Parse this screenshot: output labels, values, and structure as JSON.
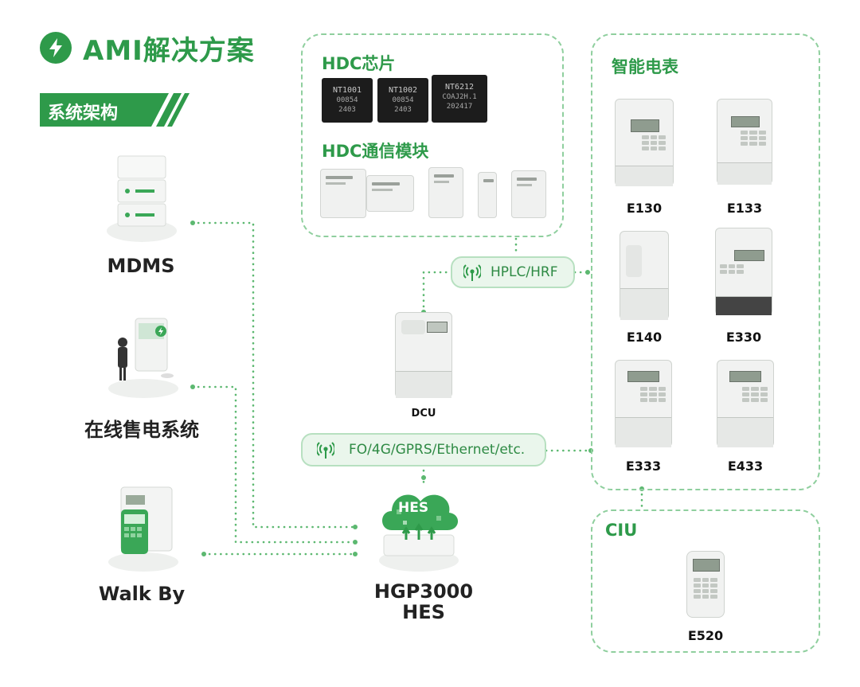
{
  "header": {
    "title": "AMI解决方案",
    "section_label": "系统架构"
  },
  "hdc": {
    "chip_title": "HDC芯片",
    "chips": [
      {
        "line1": "NT1001",
        "line2": "00854",
        "line3": "2403"
      },
      {
        "line1": "NT1002",
        "line2": "00854",
        "line3": "2403"
      },
      {
        "line1": "NT6212",
        "line2": "COAJ2H.1",
        "line3": "202417"
      }
    ],
    "module_title": "HDC通信模块"
  },
  "meters": {
    "title": "智能电表",
    "items": [
      "E130",
      "E133",
      "E140",
      "E330",
      "E333",
      "E433"
    ]
  },
  "ciu": {
    "title": "CIU",
    "item": "E520"
  },
  "left_nodes": {
    "mdms": "MDMS",
    "online_sale": "在线售电系统",
    "walk_by": "Walk By"
  },
  "dcu": {
    "label": "DCU"
  },
  "hes": {
    "cloud_label": "HES",
    "line1": "HGP3000",
    "line2": "HES"
  },
  "links": {
    "plc": "HPLC/HRF",
    "backhaul": "FO/4G/GPRS/Ethernet/etc."
  },
  "colors": {
    "brand_green": "#2e9a4a",
    "dash_green": "#8fcf9e",
    "pill_bg": "#eaf6ec",
    "dark_text": "#222222"
  },
  "icons": [
    "lightning-icon",
    "antenna-icon"
  ]
}
